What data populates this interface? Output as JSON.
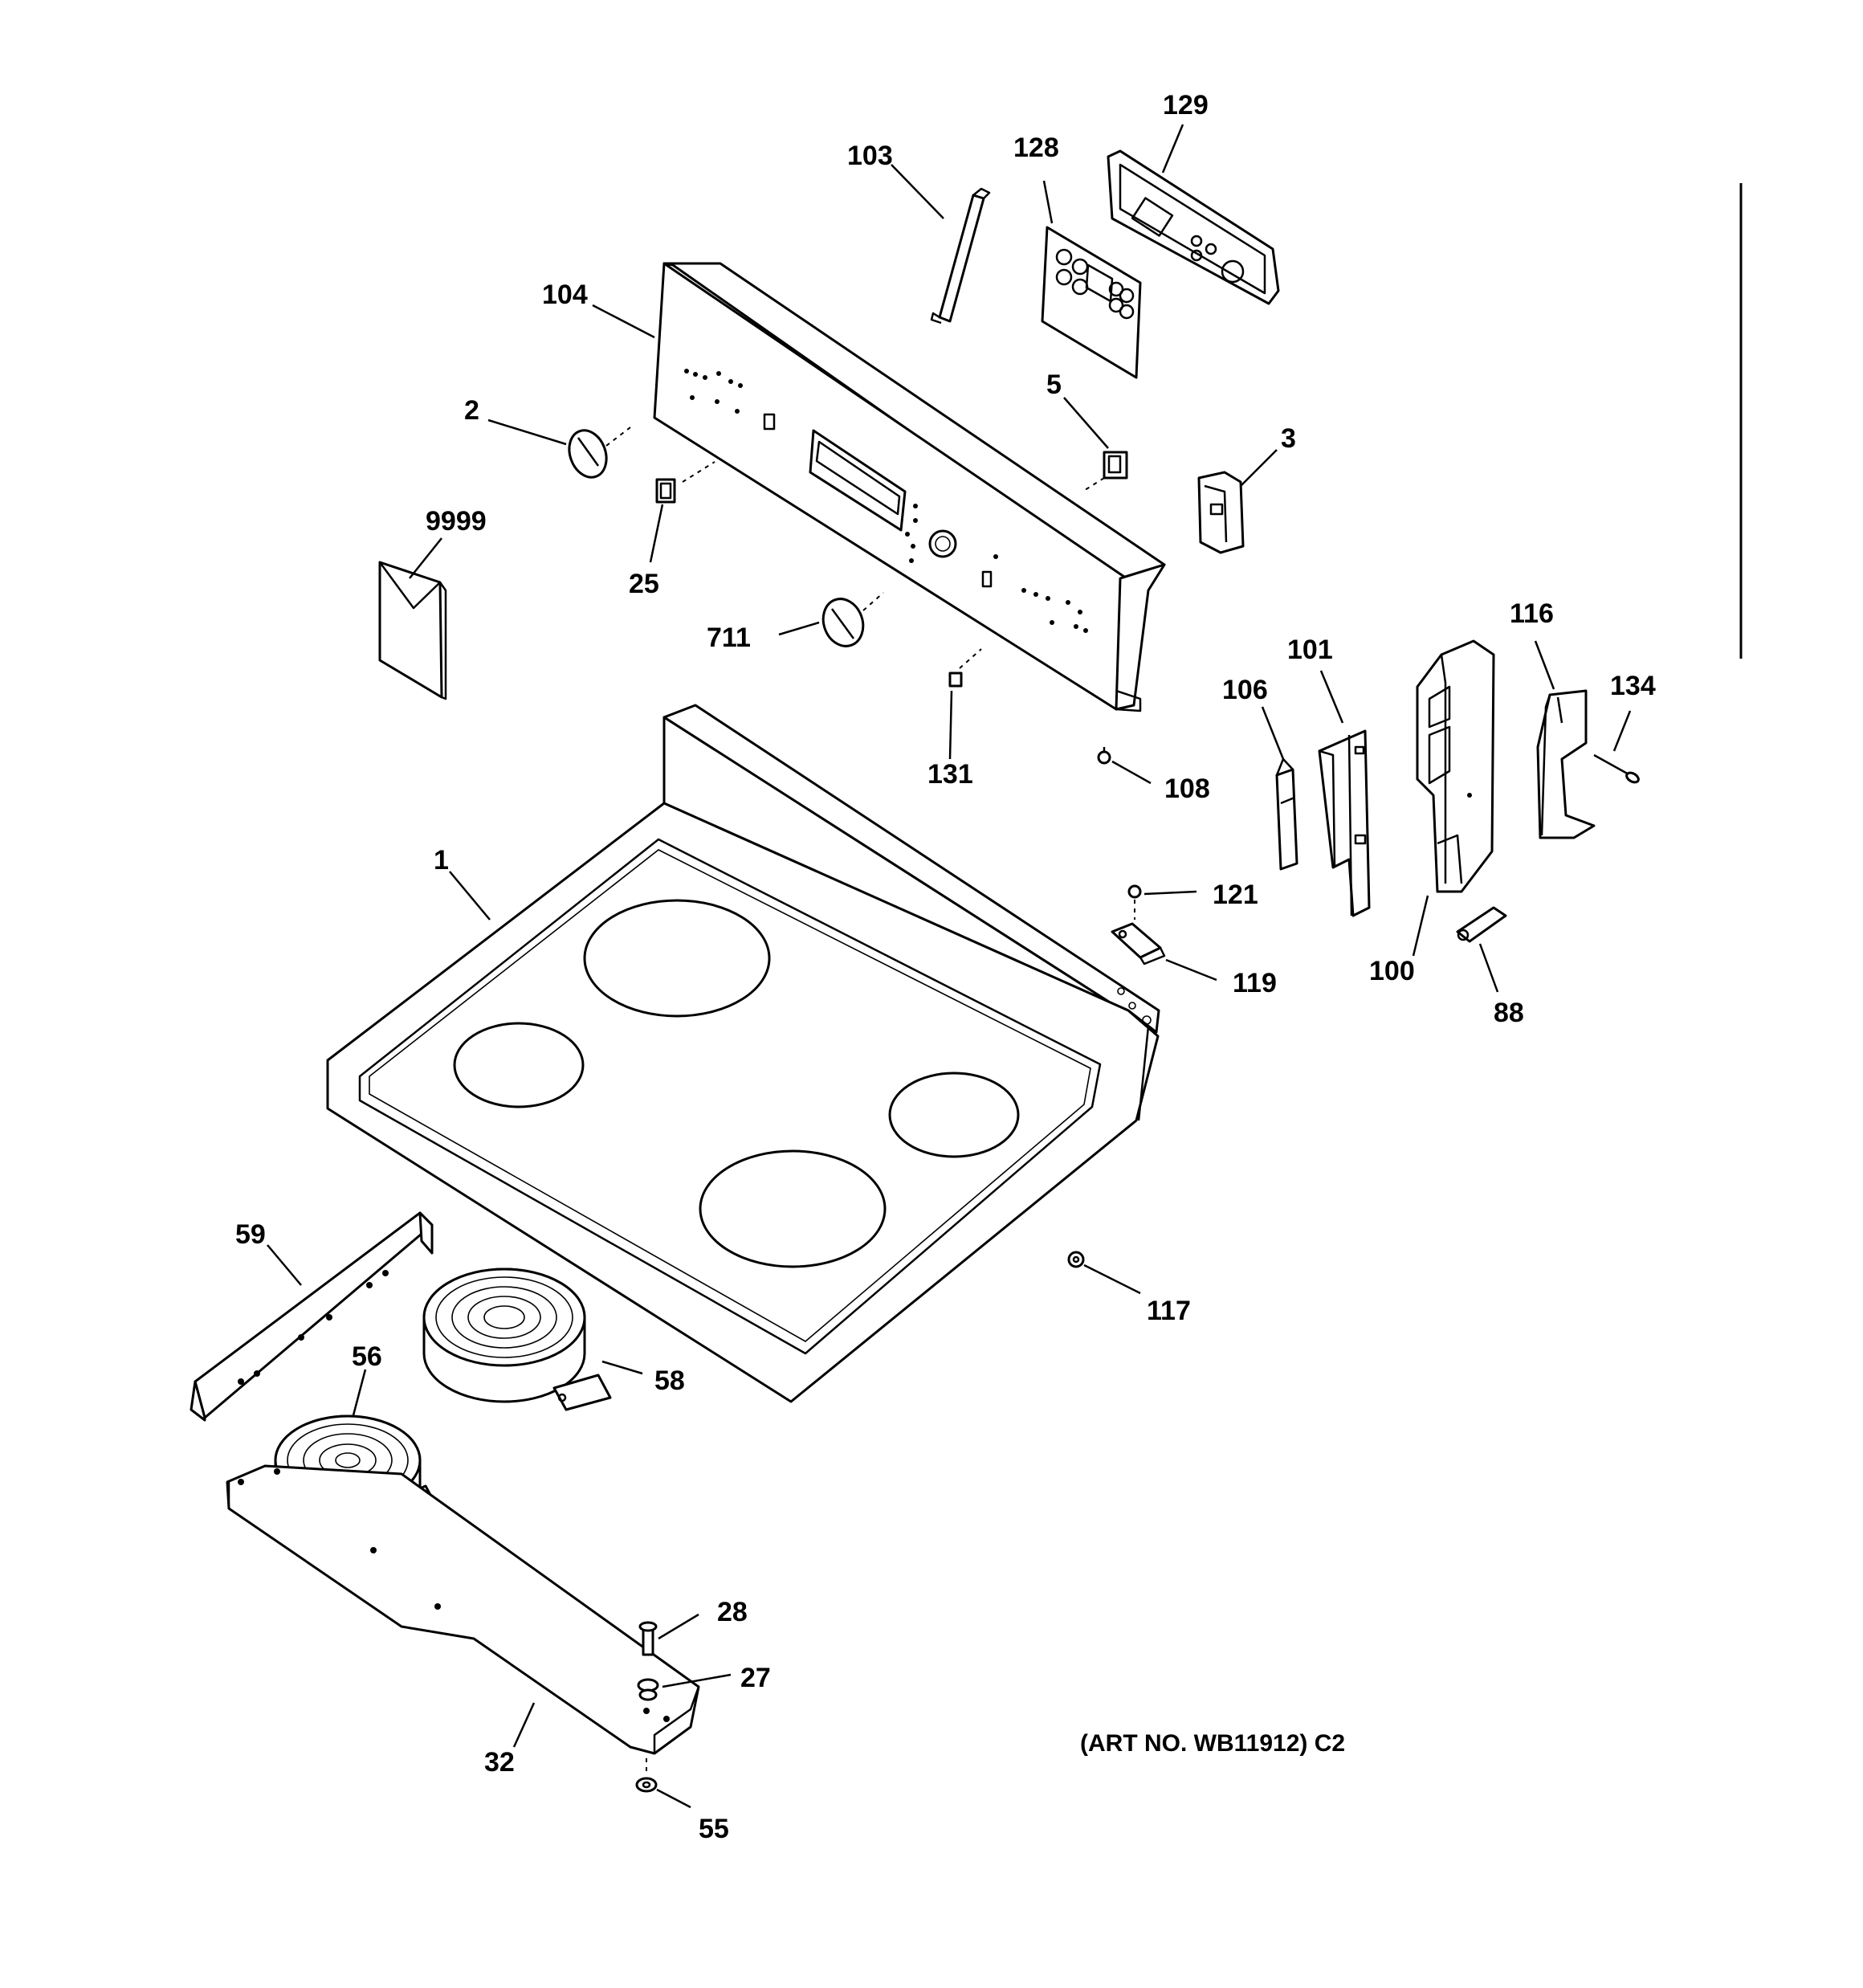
{
  "parts": {
    "p1": "1",
    "p2": "2",
    "p3": "3",
    "p5": "5",
    "p25": "25",
    "p27": "27",
    "p28": "28",
    "p32": "32",
    "p55": "55",
    "p56": "56",
    "p58": "58",
    "p59": "59",
    "p88": "88",
    "p100": "100",
    "p101": "101",
    "p103": "103",
    "p104": "104",
    "p106": "106",
    "p108": "108",
    "p116": "116",
    "p117": "117",
    "p119": "119",
    "p121": "121",
    "p128": "128",
    "p129": "129",
    "p131": "131",
    "p134": "134",
    "p711": "711",
    "p9999": "9999"
  },
  "art_number": "(ART NO. WB11912) C2"
}
